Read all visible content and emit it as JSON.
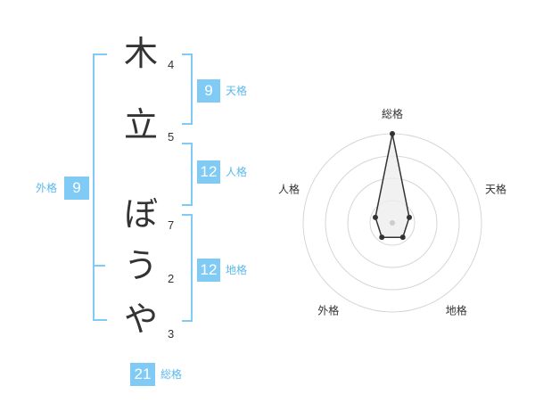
{
  "name": {
    "chars": [
      "木",
      "立",
      "ぼ",
      "う",
      "や"
    ],
    "strokes": [
      "4",
      "5",
      "7",
      "2",
      "3"
    ]
  },
  "scores": {
    "tenkaku": {
      "label": "天格",
      "value": "9"
    },
    "jinkaku": {
      "label": "人格",
      "value": "12"
    },
    "chikaku": {
      "label": "地格",
      "value": "12"
    },
    "gaikaku": {
      "label": "外格",
      "value": "9"
    },
    "soukaku": {
      "label": "総格",
      "value": "21"
    }
  },
  "colors": {
    "accent": "#7fcbf6",
    "text": "#333333"
  },
  "chart_data": {
    "type": "radar",
    "axes": [
      "総格",
      "天格",
      "地格",
      "外格",
      "人格"
    ],
    "rings": 4,
    "values_fraction": [
      1.0,
      0.2,
      0.2,
      0.2,
      0.2
    ]
  }
}
